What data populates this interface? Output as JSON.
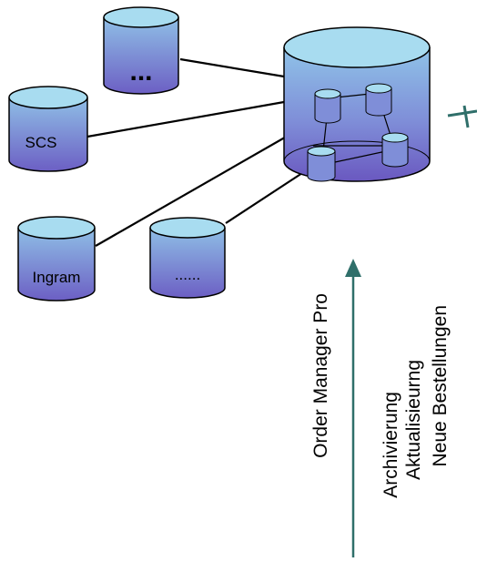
{
  "colors": {
    "cylinder_top": "#a8dcf0",
    "cylinder_body_top": "#8fbfe6",
    "cylinder_body_bottom": "#6c5fc4",
    "outline": "#000000",
    "arrow": "#2f6f6a"
  },
  "databases": {
    "top_small": {
      "label": "..."
    },
    "scs": {
      "label": "SCS"
    },
    "ingram": {
      "label": "Ingram"
    },
    "bottom_small": {
      "label": "......"
    },
    "central": {
      "label": ""
    }
  },
  "vertical_labels": {
    "title": "Order Manager Pro",
    "line1": "Archivierung",
    "line2": "Aktualisieurng",
    "line3": "Neue Bestellungen"
  },
  "icons": {
    "arrow": "up-arrow-icon",
    "right_arrow": "arrow-icon"
  }
}
